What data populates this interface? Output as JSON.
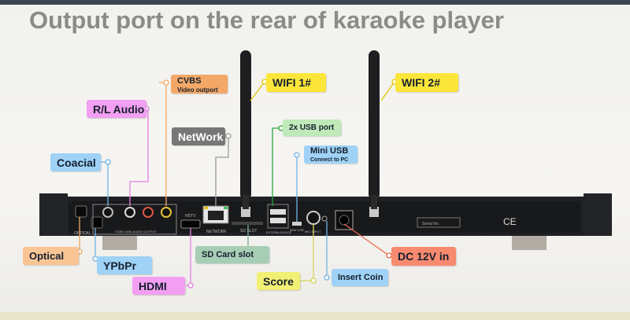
{
  "title": "Output port on the rear of karaoke player",
  "callouts": {
    "cvbs": {
      "text": "CVBS",
      "sub": "Video outport"
    },
    "rl_audio": "R/L Audio",
    "coacial": "Coacial",
    "network": "NetWork",
    "wifi1": "WIFI  1#",
    "wifi2": "WIFI 2#",
    "usb": "2x USB port",
    "mini_usb": {
      "text": "Mini USB",
      "sub": "Connect to PC"
    },
    "optical": "Optical",
    "ypbpr": "YPbPr",
    "hdmi": "HDMI",
    "sd_card": "SD Card slot",
    "score": "Score",
    "insert_coin": "Insert Coin",
    "dc": "DC 12V in"
  },
  "colors": {
    "orange": "#f4a868",
    "pink": "#f29ff2",
    "blue": "#9fd2f6",
    "grey": "#777778",
    "yellow": "#fde63a",
    "green": "#bfe9b8",
    "salmon": "#f78a6f",
    "greenbox": "#a7cdb5",
    "peach": "#f9c594",
    "limeyellow": "#f2ef75"
  },
  "device_labels": {
    "optical": "OPTICAL",
    "video_audio": "VIDEO AND AUDIO OUTPUT",
    "hdtv": "HDTV",
    "network": "NETWORK",
    "sd": "SD SLOT",
    "usb": "EXTERN DEVICE",
    "serial": "Serial No.",
    "ce": "CE",
    "mini": "MINI USB",
    "mic": "MIC INPUT"
  }
}
